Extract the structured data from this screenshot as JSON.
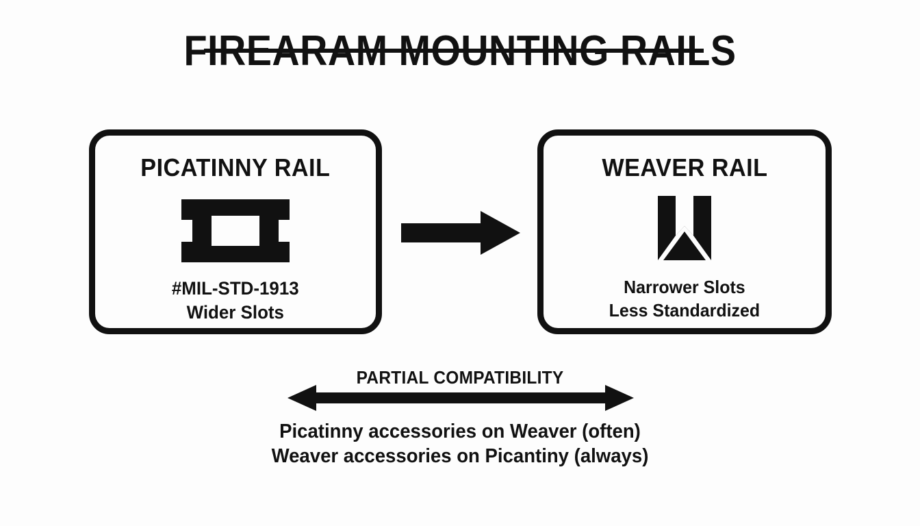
{
  "diagram": {
    "title": "FIREARAM MOUNTING RAILS",
    "background_color": "#fdfdfd",
    "ink_color": "#111111"
  },
  "cards": {
    "picatinny": {
      "title": "PICATINNY RAIL",
      "icon_name": "picatinny-rail-cross-section-icon",
      "notes": [
        "#MIL-STD-1913",
        "Wider Slots"
      ]
    },
    "weaver": {
      "title": "WEAVER RAIL",
      "icon_name": "weaver-rail-cross-section-icon",
      "notes": [
        "Narrower Slots",
        "Less Standardized"
      ]
    }
  },
  "transition": {
    "icon_name": "arrow-right-icon"
  },
  "compatibility": {
    "label": "PARTIAL COMPATIBILITY",
    "icon_name": "double-headed-arrow-icon",
    "notes": [
      "Picatinny accessories on Weaver (often)",
      "Weaver accessories on Picantiny (always)"
    ]
  }
}
